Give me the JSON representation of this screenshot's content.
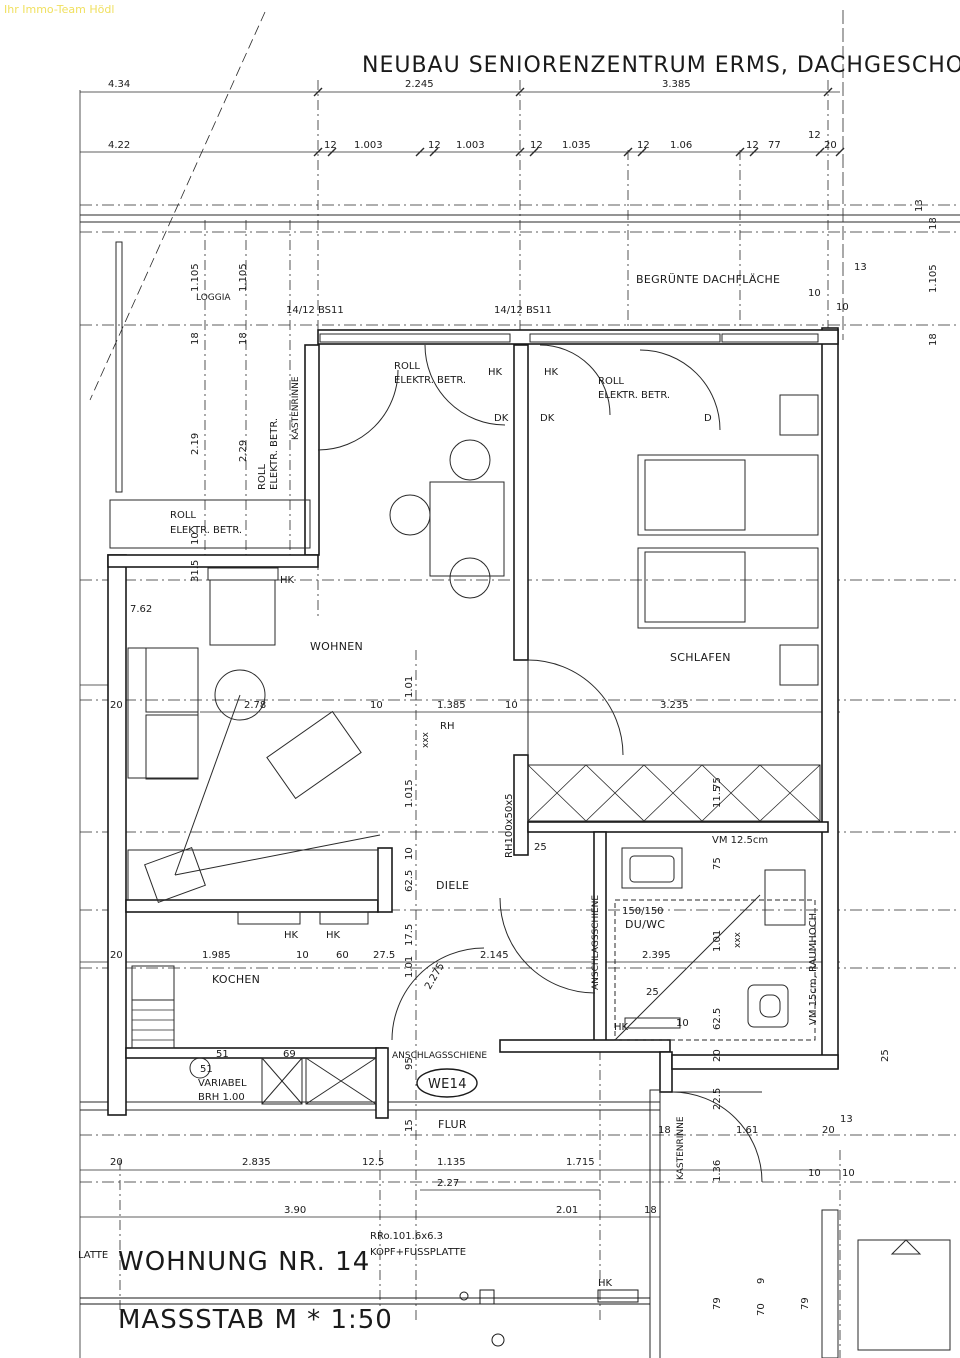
{
  "watermark": "Ihr Immo-Team Hödl",
  "title": "NEUBAU SENIORENZENTRUM ERMS, DACHGESCHO",
  "footer": {
    "unit": "WOHNUNG NR. 14",
    "scale": "MASSSTAB M * 1:50",
    "latte": "LATTE",
    "rr_line1": "RRo.101.6x6.3",
    "rr_line2": "KOPF+FUSSPLATTE"
  },
  "unit_badge": "WE14",
  "rooms": {
    "loggia": "LOGGIA",
    "wohnen": "WOHNEN",
    "schlafen": "SCHLAFEN",
    "diele": "DIELE",
    "kochen": "KOCHEN",
    "flur": "FLUR",
    "du_wc": "DU/WC",
    "roof": "BEGRÜNTE DACHFLÄCHE"
  },
  "annotations": {
    "roll1": "ROLL",
    "elektr1": "ELEKTR. BETR.",
    "roll2": "ROLL",
    "elektr2": "ELEKTR. BETR.",
    "roll3": "ROLL",
    "elektr3": "ELEKTR. BETR.",
    "roll4": "ROLL",
    "elektr4": "ELEKTR. BETR.",
    "hk1": "HK",
    "hk2": "HK",
    "hk3": "HK",
    "hk4": "HK",
    "hk5": "HK",
    "hk6": "HK",
    "hk7": "HK",
    "dk1": "DK",
    "dk2": "DK",
    "d1": "D",
    "rh1": "RH",
    "rh100": "RH100x50x5",
    "bs1": "14/12 BS11",
    "bs2": "14/12 BS11",
    "anschlag1": "ANSCHLAGSSCHIENE",
    "anschlag2": "ANSCHLAGSSCHIENE",
    "vm1": "VM 12.5cm",
    "vm2": "VM 15cm, RAUMHOCH",
    "variabel": "VARIABEL",
    "brh": "BRH 1.00",
    "dusche": "150/150",
    "xxx1": "xxx",
    "xxx2": "xxx",
    "kasten1": "KASTENRINNE",
    "kasten2": "KASTENRINNE"
  },
  "dims_top1": [
    "4.34",
    "2.245",
    "3.385"
  ],
  "dims_top2": [
    "4.22",
    "12",
    "1.003",
    "12",
    "1.003",
    "12",
    "1.035",
    "12",
    "1.06",
    "12",
    "77",
    "12",
    "20"
  ],
  "dims_inner": {
    "d762": "7.62",
    "d278": "2.78",
    "d10a": "10",
    "d1385": "1.385",
    "d10b": "10",
    "d3235": "3.235",
    "d20a": "20",
    "d101": "1.01",
    "d1015": "1.015",
    "d625": "62.5",
    "d10c": "10",
    "d20b": "20",
    "d1985": "1.985",
    "d10d": "10",
    "d60": "60",
    "d275a": "27.5",
    "d2145": "2.145",
    "d2395": "2.395",
    "d1105a": "1.105",
    "d1105b": "1.105",
    "d18a": "18",
    "d18b": "18",
    "d219": "2.19",
    "d229": "2.29",
    "d315": "31.5",
    "d10e": "10",
    "d1105c": "1.105",
    "d13a": "13",
    "d18c": "18",
    "d18d": "18",
    "d13b": "13",
    "d10f": "10",
    "d10g": "10",
    "d25a": "25",
    "d115": "11.5",
    "d75a": "75",
    "d75b": "75",
    "d101b": "1.01",
    "d25b": "25",
    "d10h": "10",
    "d625b": "62.5",
    "d20c": "20",
    "d225": "22.5",
    "d18e": "18",
    "d161": "1.61",
    "d136": "1.36",
    "d20d": "20",
    "d13c": "13",
    "d10i": "10",
    "d10j": "10",
    "d25c": "25",
    "d175": "17.5",
    "d101c": "1.01",
    "d2275": "2.275",
    "d51a": "51",
    "d51b": "51",
    "d69": "69",
    "d95": "95",
    "d15": "15",
    "d20e": "20",
    "d2835": "2.835",
    "d125": "12.5",
    "d1135": "1.135",
    "d1715": "1.715",
    "d227": "2.27",
    "d390": "3.90",
    "d201": "2.01",
    "d18f": "18",
    "d79a": "79",
    "d70": "70",
    "d9": "9",
    "d79b": "79"
  }
}
